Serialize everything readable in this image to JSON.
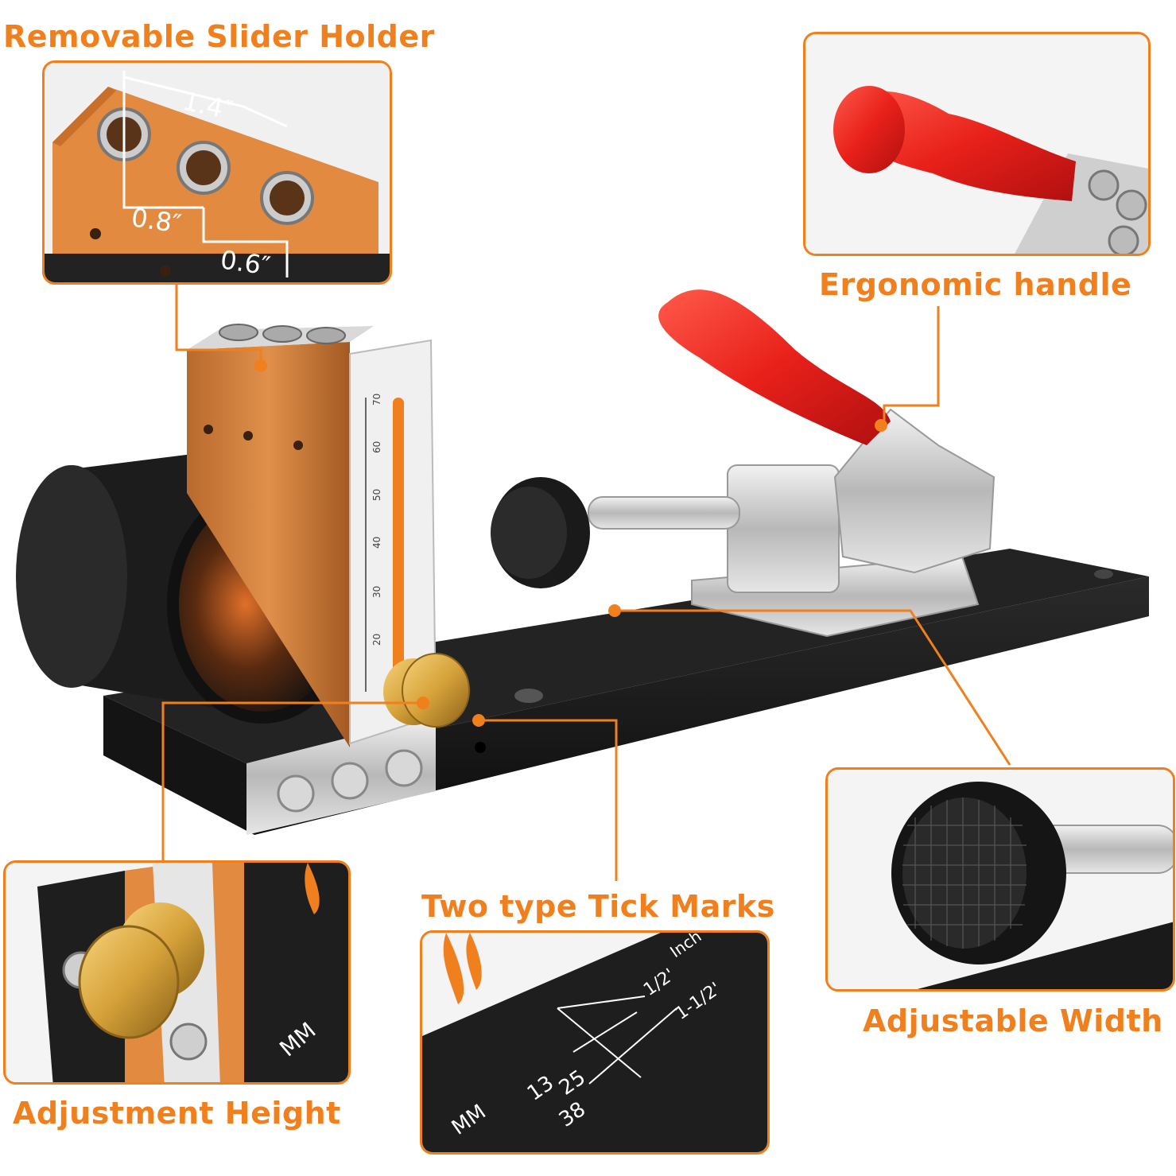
{
  "labels": {
    "slider_holder": "Removable Slider Holder",
    "handle": "Ergonomic handle",
    "width": "Adjustable Width",
    "tick_marks": "Two type Tick Marks",
    "height": "Adjustment Height"
  },
  "dimensions": {
    "d1": "1.4″",
    "d2": "0.8″",
    "d3": "0.6″"
  },
  "ruler": {
    "ticks": [
      "70",
      "60",
      "50",
      "40",
      "30",
      "20"
    ]
  },
  "tick_panel": {
    "inch_label": "Inch",
    "inch_half": "1/2'",
    "inch_one_half": "1-1/2'",
    "mm_13": "13",
    "mm_25": "25",
    "mm_38": "38",
    "mm_label": "MM"
  },
  "height_panel": {
    "mm_label": "MM"
  },
  "colors": {
    "accent": "#f07f1d",
    "handle_red": "#e8201a",
    "base_black": "#1b1b1b",
    "brass": "#d6a23a"
  }
}
